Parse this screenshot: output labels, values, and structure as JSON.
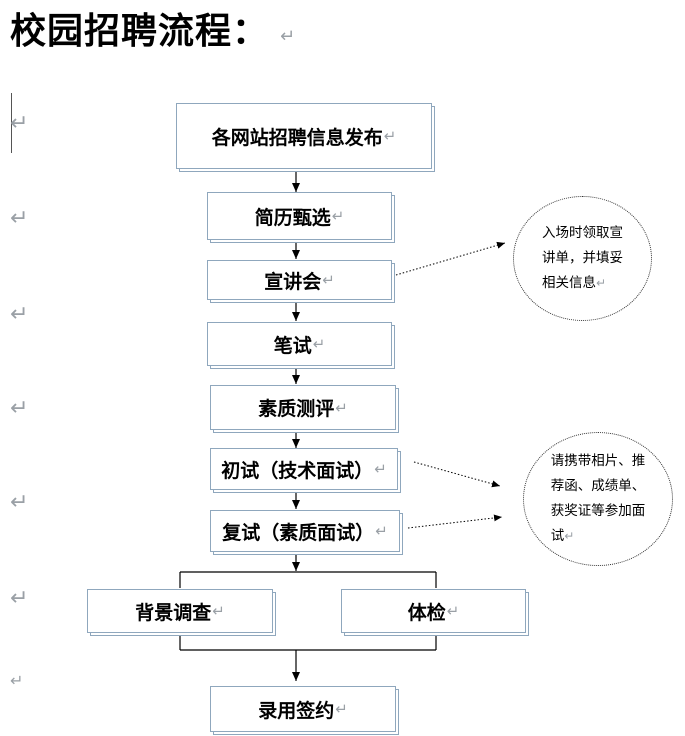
{
  "title": "校园招聘流程：",
  "para_mark": "↵",
  "steps": {
    "publish": "各网站招聘信息发布",
    "screening": "简历甄选",
    "seminar": "宣讲会",
    "written": "笔试",
    "assessment": "素质测评",
    "first_interview": "初试（技术面试）",
    "second_interview": "复试（素质面试）",
    "background": "背景调查",
    "physical": "体检",
    "hire": "录用签约"
  },
  "notes": {
    "seminar_note": [
      "入场时领取宣",
      "讲单，并填妥",
      "相关信息"
    ],
    "interview_note": [
      "请携带相片、推",
      "荐函、成绩单、",
      "获奖证等参加面",
      "试"
    ]
  },
  "colors": {
    "box_border": "#8fa7bd",
    "para_mark": "#9aa0a6",
    "connector": "#000000"
  }
}
